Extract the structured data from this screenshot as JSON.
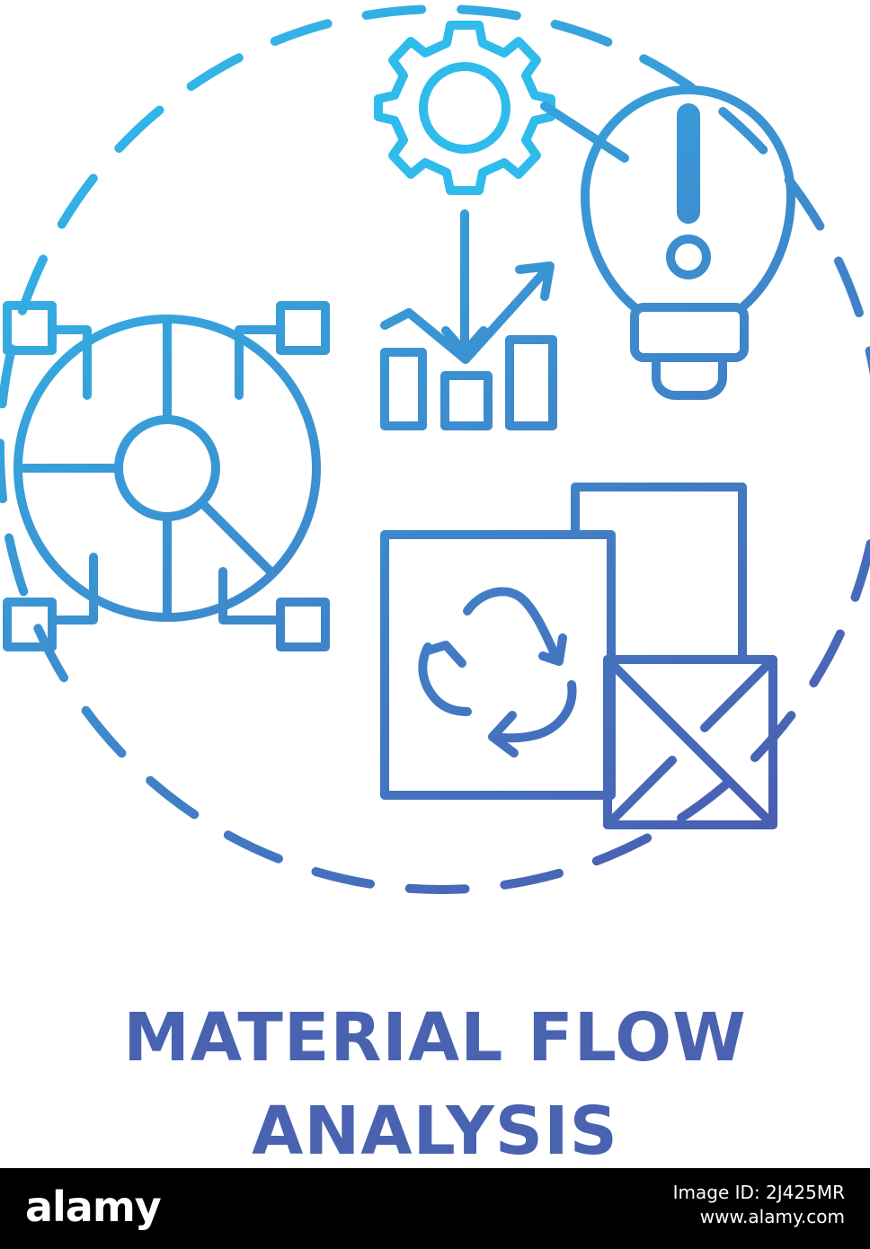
{
  "title": {
    "line1": "MATERIAL FLOW",
    "line2": "ANALYSIS"
  },
  "footer": {
    "brand": "alamy",
    "image_id": "Image ID: 2J425MR",
    "site": "www.alamy.com"
  },
  "colors": {
    "gradient_start": "#2fb6ea",
    "gradient_end": "#4a5fb0",
    "title": "#4a63b0",
    "footer_bg": "#000000"
  },
  "icons": [
    "gear-icon",
    "lightbulb-exclamation-icon",
    "growth-chart-icon",
    "network-circle-icon",
    "recycle-box-icon",
    "parcel-icon"
  ]
}
